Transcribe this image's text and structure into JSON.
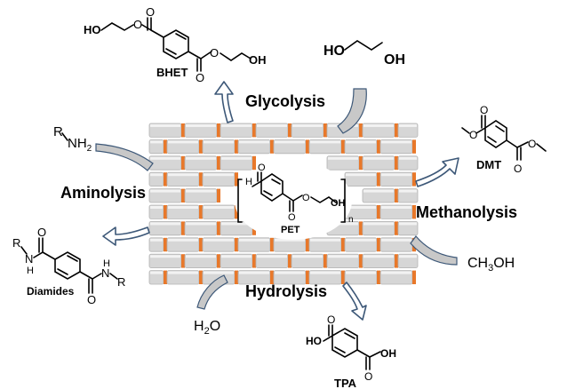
{
  "processes": {
    "glycolysis": "Glycolysis",
    "aminolysis": "Aminolysis",
    "methanolysis": "Methanolysis",
    "hydrolysis": "Hydrolysis"
  },
  "products": {
    "bhet": "BHET",
    "dmt": "DMT",
    "diamides": "Diamides",
    "tpa": "TPA",
    "pet": "PET"
  },
  "reagents": {
    "ethylene_glycol_left": "HO",
    "ethylene_glycol_right": "OH",
    "amine_r": "R",
    "amine_nh": "NH",
    "amine_sub": "2",
    "methanol_pre": "CH",
    "methanol_sub": "3",
    "methanol_post": "OH",
    "water_pre": "H",
    "water_sub": "2",
    "water_post": "O"
  },
  "atoms": {
    "O": "O",
    "OH": "OH",
    "HO": "HO",
    "H": "H",
    "N": "N",
    "R": "R",
    "n": "n"
  },
  "colors": {
    "brick": "#d6d6d6",
    "brick_dark": "#b4b4b4",
    "mortar": "#e8782a",
    "arrow_outline": "#3d5878",
    "arrow_fill": "#c8c8c8"
  }
}
